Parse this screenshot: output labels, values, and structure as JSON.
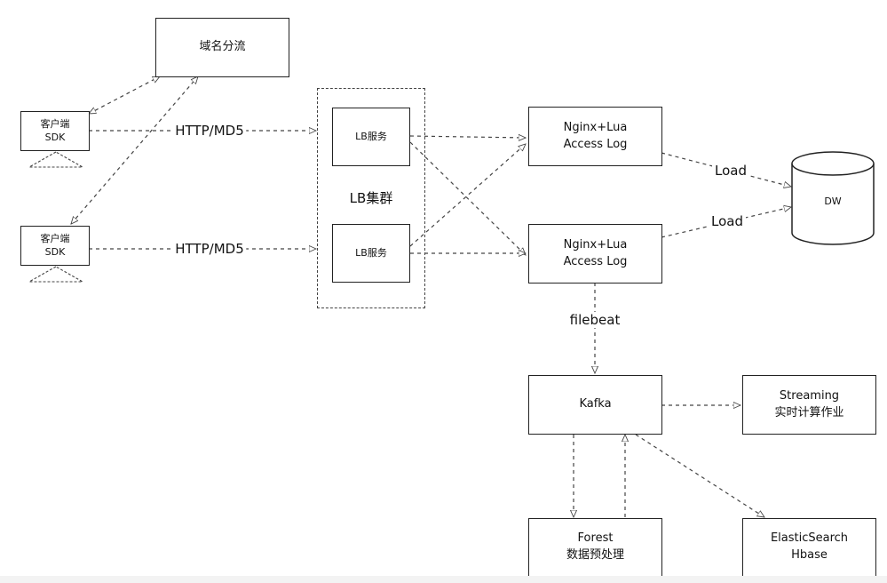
{
  "nodes": {
    "domain_split": "域名分流",
    "client_top": [
      "客户端",
      "SDK"
    ],
    "client_bottom": [
      "客户端",
      "SDK"
    ],
    "lb_service_top": "LB服务",
    "lb_service_bottom": "LB服务",
    "lb_cluster": "LB集群",
    "nginx_top": [
      "Nginx+Lua",
      "Access Log"
    ],
    "nginx_bottom": [
      "Nginx+Lua",
      "Access Log"
    ],
    "dw": "DW",
    "kafka": "Kafka",
    "streaming": [
      "Streaming",
      "实时计算作业"
    ],
    "forest": [
      "Forest",
      "数据预处理"
    ],
    "elastic": [
      "ElasticSearch",
      "Hbase"
    ]
  },
  "edge_labels": {
    "http_top": "HTTP/MD5",
    "http_bottom": "HTTP/MD5",
    "load_top": "Load",
    "load_bottom": "Load",
    "filebeat": "filebeat"
  },
  "colors": {
    "line": "#444444",
    "border": "#222222",
    "background": "#ffffff"
  }
}
